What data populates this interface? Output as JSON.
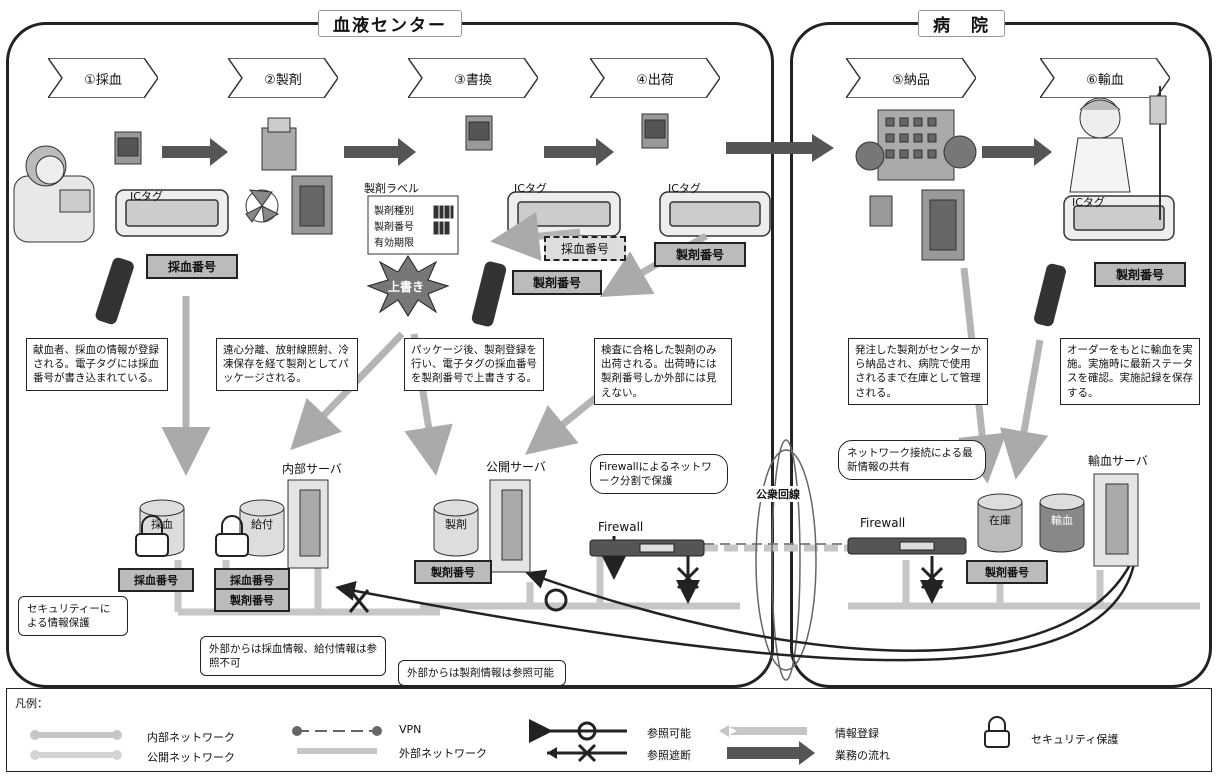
{
  "panels": {
    "left_title": "血液センター",
    "right_title": "病　院"
  },
  "steps": [
    "①採血",
    "②製剤",
    "③書換",
    "④出荷",
    "⑤納品",
    "⑥輸血"
  ],
  "ic_tag_labels": [
    "ICタグ",
    "ICタグ",
    "ICタグ",
    "ICタグ"
  ],
  "tag_values": {
    "collection_number": "採血番号",
    "product_number_3": "製剤番号",
    "product_number_4": "製剤番号",
    "product_number_6": "製剤番号",
    "collection_number_dim": "採血番号"
  },
  "product_label": {
    "title": "製剤ラベル",
    "rows": [
      "製剤種別",
      "製剤番号",
      "有効期限"
    ]
  },
  "overwrite_star": "上書き",
  "notes": {
    "n1": "献血者、採血の情報が登録される。電子タグには採血番号が書き込まれている。",
    "n2": "遠心分離、放射線照射、冷凍保存を経て製剤としてパッケージされる。",
    "n3": "パッケージ後、製剤登録を行い、電子タグの採血番号を製剤番号で上書きする。",
    "n4": "検査に合格した製剤のみ出荷される。出荷時には製剤番号しか外部には見えない。",
    "n5": "発注した製剤がセンターから納品され、病院で使用されるまで在庫として管理される。",
    "n6": "オーダーをもとに輸血を実施。実施時に最新ステータスを確認。実施記録を保存する。"
  },
  "servers": {
    "internal": "内部サーバ",
    "public": "公開サーバ",
    "transfusion": "輸血サーバ"
  },
  "dbs": {
    "collection": "採血",
    "supply": "給付",
    "product": "製剤",
    "stock": "在庫",
    "transfusion": "輸血"
  },
  "db_tags": {
    "collection_number": "採血番号",
    "supply_collection": "採血番号",
    "supply_product": "製剤番号",
    "public_product": "製剤番号",
    "hospital_product": "製剤番号"
  },
  "firewall_left": "Firewall",
  "firewall_right": "Firewall",
  "public_line": "公衆回線",
  "bubbles": {
    "firewall_note": "Firewallによるネットワーク分割で保護",
    "network_note": "ネットワーク接続による最新情報の共有",
    "security_note": "セキュリティーによる情報保護",
    "external_no": "外部からは採血情報、給付情報は参照不可",
    "external_ok": "外部からは製剤情報は参照可能"
  },
  "legend": {
    "title": "凡例：",
    "internal_net": "内部ネットワーク",
    "public_net": "公開ネットワーク",
    "vpn": "VPN",
    "external_net": "外部ネットワーク",
    "ref_ok": "参照可能",
    "ref_block": "参照遮断",
    "info_reg": "情報登録",
    "workflow": "業務の流れ",
    "security": "セキュリティ保護"
  }
}
